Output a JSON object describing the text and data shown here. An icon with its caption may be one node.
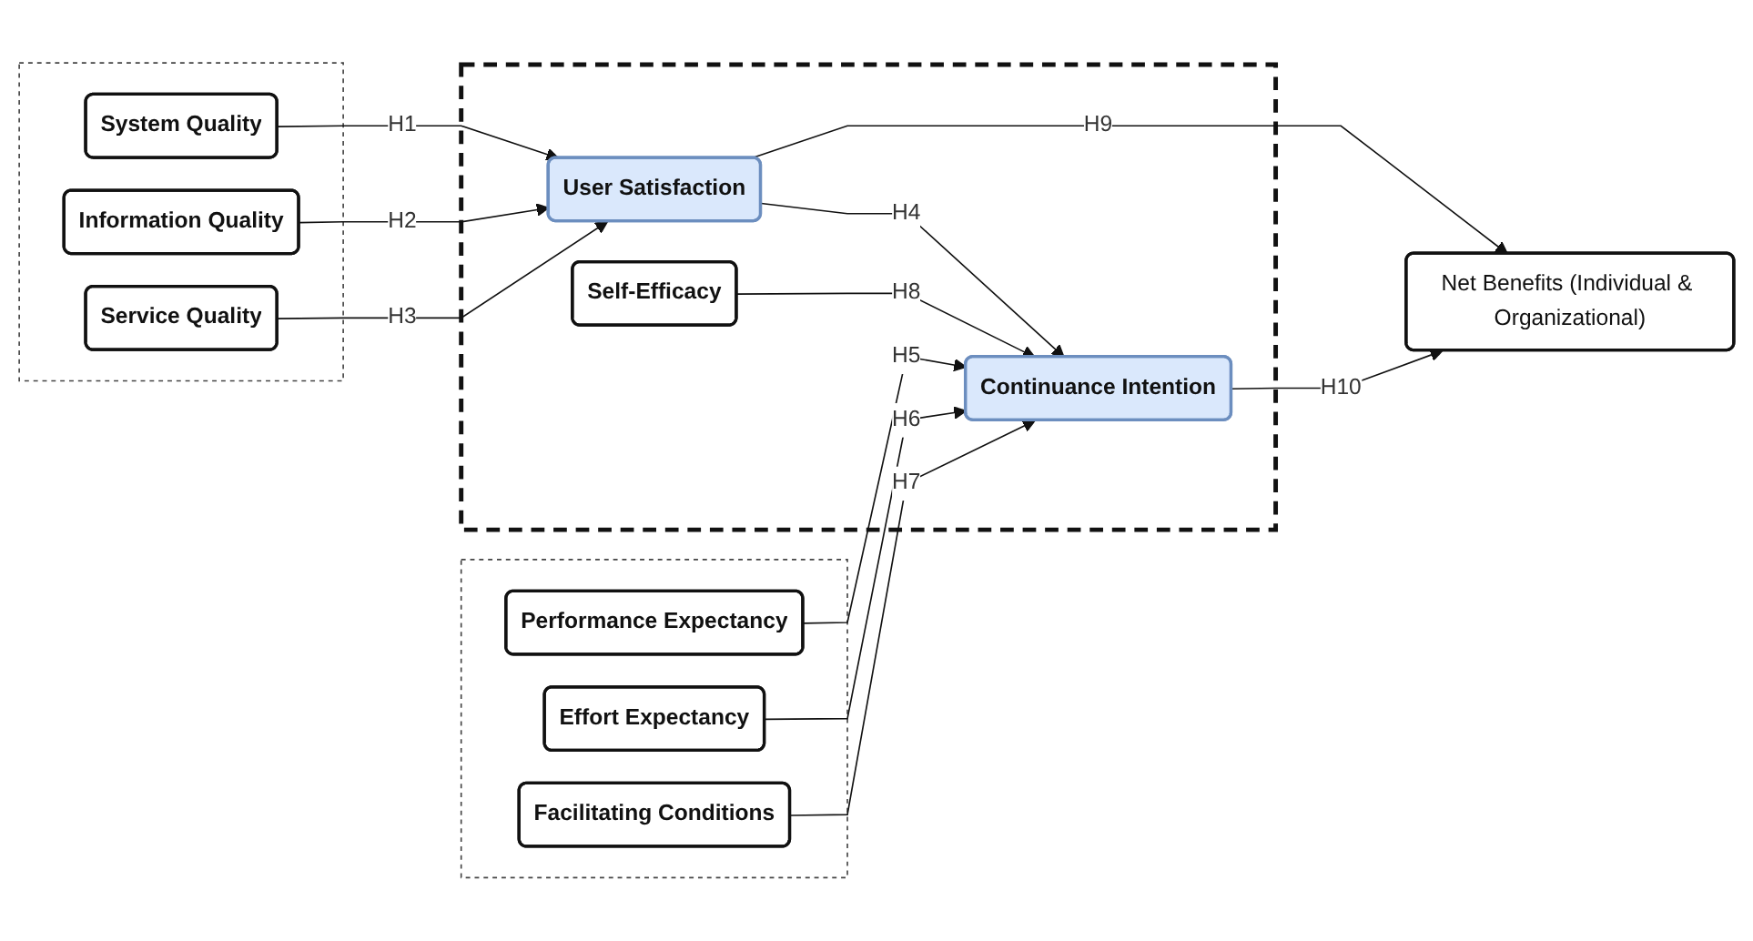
{
  "diagram": {
    "nodes": [
      {
        "text": [],
        "shape": "box"
      },
      {
        "text": [
          "System Quality"
        ],
        "in": 0
      },
      {
        "text": [
          "Information Quality"
        ],
        "in": 0
      },
      {
        "text": [
          "Service Quality"
        ],
        "in": 0
      },
      {
        "text": [],
        "shape": "box"
      },
      {
        "text": [
          "User Satisfaction"
        ],
        "in": 4
      },
      {
        "text": [
          "Continuance Intention"
        ],
        "in": 4
      },
      {
        "text": [
          "Self-Efficacy"
        ],
        "in": 4
      },
      {
        "text": [],
        "shape": "box"
      },
      {
        "text": [
          "Performance Expectancy"
        ],
        "in": 8
      },
      {
        "text": [
          "Effort Expectancy"
        ],
        "in": 8
      },
      {
        "text": [
          "Facilitating Conditions"
        ],
        "in": 8
      },
      {
        "text": [
          "Net Benefits (Individual & Organizational)"
        ]
      }
    ],
    "edges": [
      {
        "from": 1,
        "to": 5,
        "arrow": "to",
        "label": "H1"
      },
      {
        "from": 2,
        "to": 5,
        "arrow": "to",
        "label": "H2"
      },
      {
        "from": 3,
        "to": 5,
        "arrow": "to",
        "label": "H3"
      },
      {
        "from": 5,
        "to": 6,
        "arrow": "to",
        "label": "H4"
      },
      {
        "from": 9,
        "to": 6,
        "arrow": "to",
        "label": "H5"
      },
      {
        "from": 10,
        "to": 6,
        "arrow": "to",
        "label": "H6"
      },
      {
        "from": 11,
        "to": 6,
        "arrow": "to",
        "label": "H7"
      },
      {
        "from": 7,
        "to": 6,
        "arrow": "to",
        "label": "H8"
      },
      {
        "from": 5,
        "to": 12,
        "arrow": "to",
        "label": "H9"
      },
      {
        "from": 6,
        "to": 12,
        "arrow": "to",
        "label": "H10"
      }
    ]
  }
}
